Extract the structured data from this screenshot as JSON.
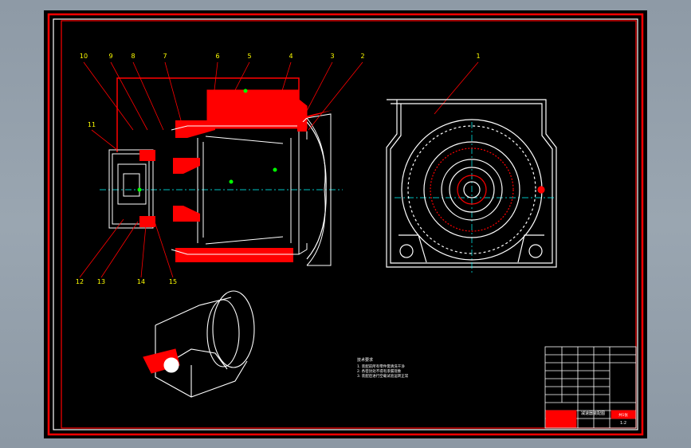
{
  "drawing": {
    "colors": {
      "background": "#000000",
      "frame_outer": "#ff0000",
      "frame_inner": "#ffffff",
      "section_fill": "#ff0000",
      "leader": "#ff0000",
      "outline": "#ffffff",
      "centerline": "#00ffff",
      "callout_text": "#ffff00",
      "accent": "#00ff00"
    },
    "callouts": [
      "1",
      "2",
      "3",
      "4",
      "5",
      "6",
      "7",
      "8",
      "9",
      "10",
      "11",
      "12",
      "13",
      "14",
      "15"
    ],
    "notes": {
      "title": "技术要求",
      "lines": [
        "1. 装配前所有零件需清洗干净",
        "2. 各密封处不得有渗漏现象",
        "3. 装配后进行空载试验运转正常"
      ]
    },
    "title_block": {
      "drawing_name": "减速器装配图",
      "scale": "1:2",
      "sheet": "共1张"
    }
  }
}
